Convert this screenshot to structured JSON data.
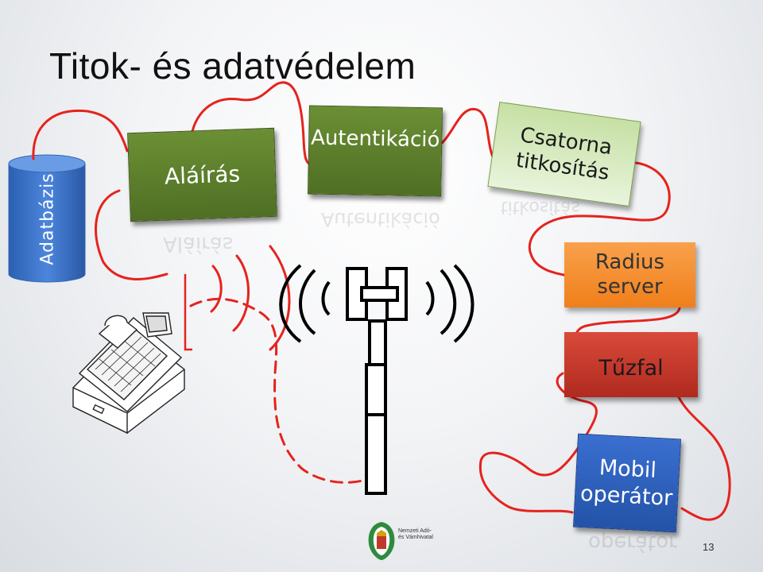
{
  "title": "Titok- és adatvédelem",
  "database_label": "Adatbázis",
  "cards": {
    "alairas": "Aláírás",
    "autentikacio": "Autentikáció",
    "csatorna": "Csatorna titkosítás",
    "radius": "Radius server",
    "tuzfal": "Tűzfal",
    "mobil": "Mobil operátor"
  },
  "reflections": {
    "alairas": "Aláírás",
    "autentikacio": "Autentikáció",
    "csatorna": "titkosítás",
    "mobil": "operátor"
  },
  "logo": {
    "line1": "Nemzeti Adó-",
    "line2": "és Vámhivatal"
  },
  "page_number": "13",
  "colors": {
    "connector": "#e5231d",
    "green": "#5a7f2c",
    "light_green": "#d6eac0",
    "orange": "#f5902f",
    "red": "#c0392b",
    "blue": "#2f64c0",
    "database": "#3b73c9"
  }
}
